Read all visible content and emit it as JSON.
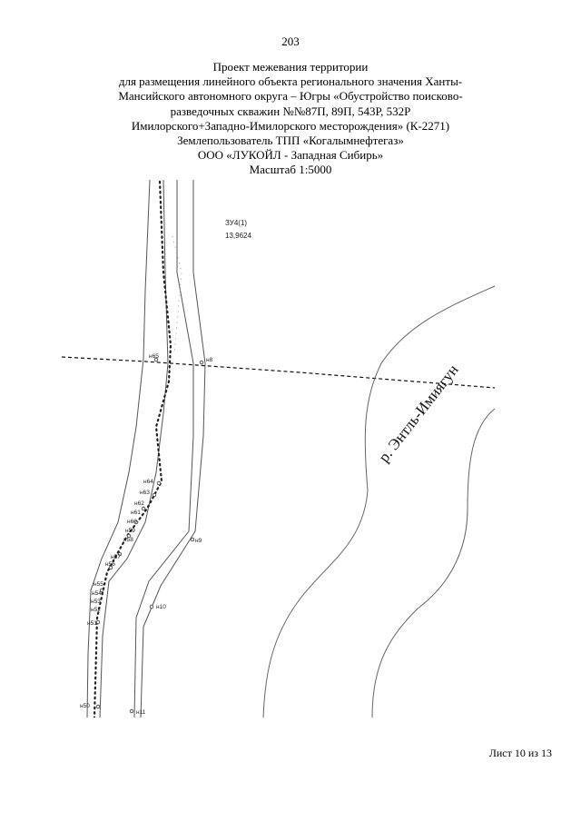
{
  "page_number": "203",
  "title_lines": [
    "Проект межевания территории",
    "для размещения линейного объекта регионального значения Ханты-",
    "Мансийского автономного округа – Югры «Обустройство поисково-",
    "разведочных скважин №№87П, 89П, 543Р, 532Р",
    "Имилорского+Западно-Имилорского месторождения» (К-2271)",
    "Землепользователь ТПП «Когалымнефтегаз»",
    "ООО «ЛУКОЙЛ - Западная Сибирь»",
    "Масштаб 1:5000"
  ],
  "map": {
    "parcel_label": "ЗУ4(1)",
    "parcel_area": "13,9624",
    "river_label": "р. Энтль-Имиягун",
    "point_labels": {
      "n65": "н65",
      "n8": "н8",
      "n64": "н64",
      "n63": "н63",
      "n62": "н62",
      "n61": "н61",
      "n60": "н60",
      "n59": "н59",
      "n58": "н58",
      "n57": "н57",
      "n56": "н56",
      "n55": "н55",
      "n54": "н54",
      "n53": "н53",
      "n52": "н52",
      "n51": "н51",
      "n50": "н50",
      "n9": "н9",
      "n10": "н10",
      "n11": "н11"
    }
  },
  "sheet_label": "Лист 10 из 13"
}
